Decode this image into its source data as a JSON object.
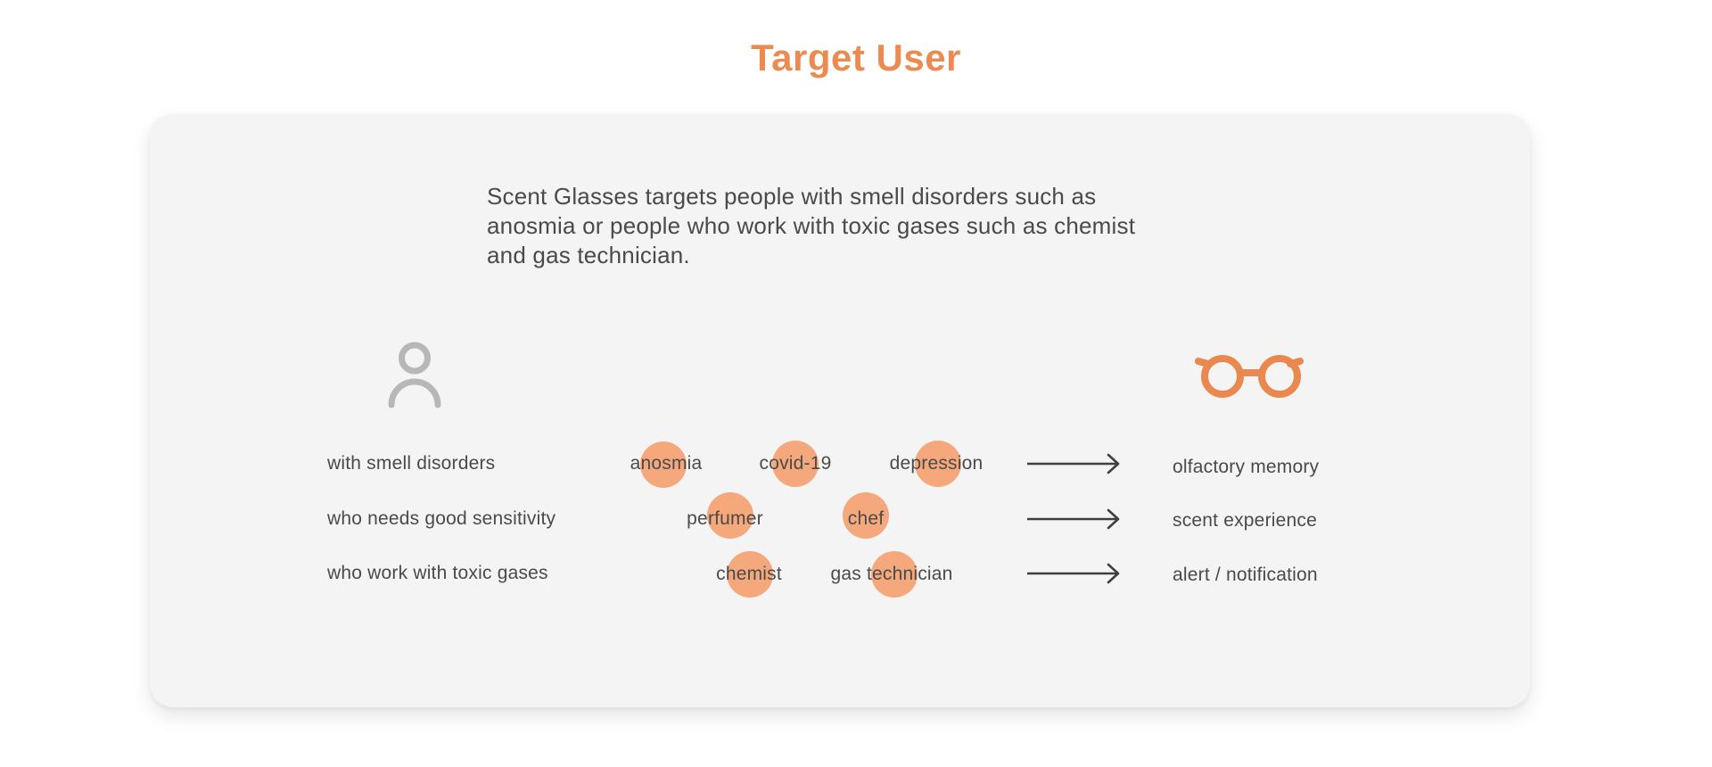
{
  "page": {
    "title": "Target User"
  },
  "colors": {
    "accent_orange": "#EC8B51",
    "highlight_circle_orange": "#F5A87C",
    "body_text_gray": "#4A4A4A",
    "person_icon_gray": "#B7B7B7",
    "arrow_dark_gray": "#3F3F3F",
    "card_background": "#F4F4F4",
    "page_background": "#FFFFFF"
  },
  "card": {
    "paragraph_lines": [
      "Scent Glasses targets people with smell disorders such as",
      "anosmia or people who work with toxic gases such as chemist",
      "and gas technician."
    ],
    "icons": {
      "person": "person-icon",
      "glasses": "glasses-icon",
      "arrow": "arrow-right-icon"
    },
    "rows": [
      {
        "label": "with smell disorders",
        "tags": [
          "anosmia",
          "covid-19",
          "depression"
        ],
        "outcome": "olfactory memory"
      },
      {
        "label": "who needs good sensitivity",
        "tags": [
          "perfumer",
          "chef"
        ],
        "outcome": "scent experience"
      },
      {
        "label": "who work with toxic gases",
        "tags": [
          "chemist",
          "gas technician"
        ],
        "outcome": "alert / notification"
      }
    ]
  }
}
